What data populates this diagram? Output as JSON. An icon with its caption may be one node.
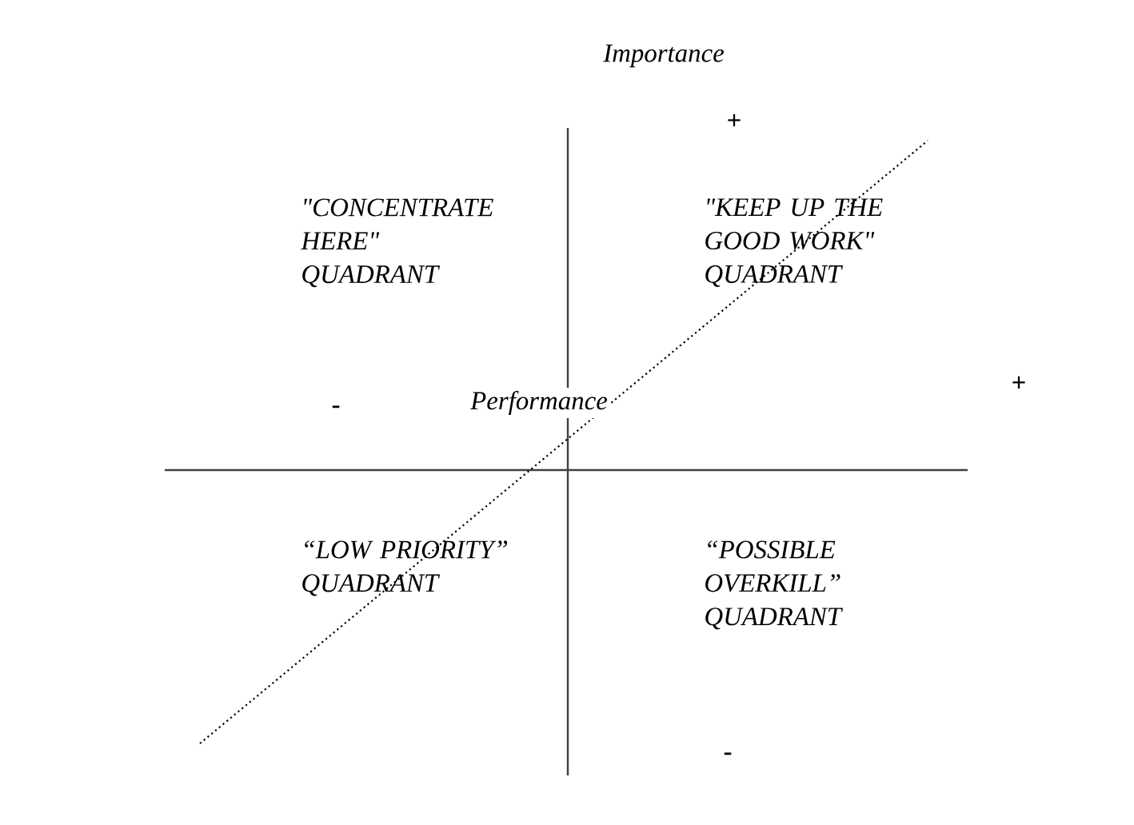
{
  "diagram": {
    "labels": [
      "Importance",
      "+",
      "\"CONCENTRATE HERE\" QUADRANT",
      "\"KEEP UP THE GOOD WORK\" QUADRANT",
      "+",
      "-",
      "Performance",
      "“LOW PRIORITY” QUADRANT",
      "“POSSIBLE OVERKILL” QUADRANT",
      "-"
    ]
  }
}
